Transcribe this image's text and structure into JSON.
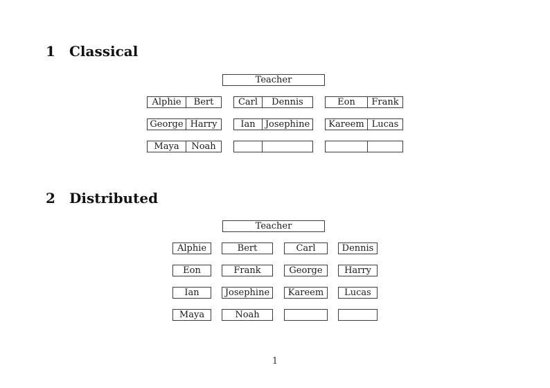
{
  "colors": {
    "background": "#ffffff",
    "border": "#3d3d3d",
    "text": "#1a1a1a"
  },
  "classical": {
    "heading_number": "1",
    "heading_title": "Classical",
    "teacher_label": "Teacher",
    "rows": [
      {
        "desks": [
          {
            "left": "Alphie",
            "right": "Bert"
          },
          {
            "left": "Carl",
            "right": "Dennis"
          },
          {
            "left": "Eon",
            "right": "Frank"
          }
        ]
      },
      {
        "desks": [
          {
            "left": "George",
            "right": "Harry"
          },
          {
            "left": "Ian",
            "right": "Josephine"
          },
          {
            "left": "Kareem",
            "right": "Lucas"
          }
        ]
      },
      {
        "desks": [
          {
            "left": "Maya",
            "right": "Noah"
          },
          {
            "left": "",
            "right": ""
          },
          {
            "left": "",
            "right": ""
          }
        ]
      }
    ]
  },
  "distributed": {
    "heading_number": "2",
    "heading_title": "Distributed",
    "teacher_label": "Teacher",
    "rows": [
      {
        "seats": [
          "Alphie",
          "Bert",
          "Carl",
          "Dennis"
        ]
      },
      {
        "seats": [
          "Eon",
          "Frank",
          "George",
          "Harry"
        ]
      },
      {
        "seats": [
          "Ian",
          "Josephine",
          "Kareem",
          "Lucas"
        ]
      },
      {
        "seats": [
          "Maya",
          "Noah",
          "",
          ""
        ]
      }
    ]
  },
  "footer": {
    "page_number": "1"
  }
}
